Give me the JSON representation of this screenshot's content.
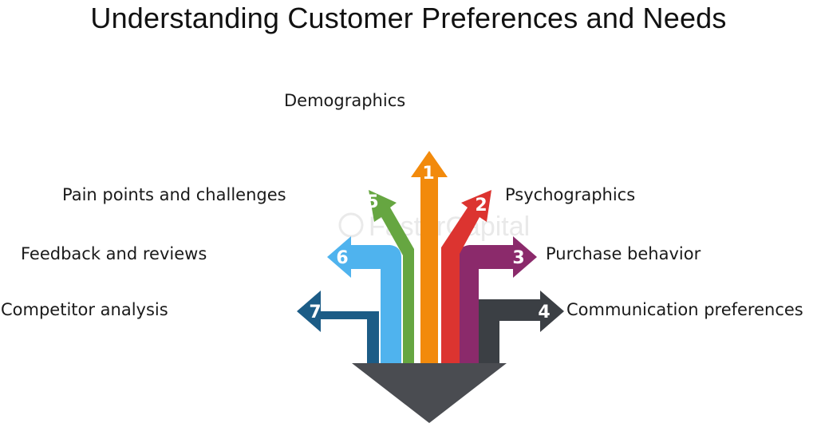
{
  "title": "Understanding Customer Preferences and Needs",
  "watermark": "FasterCapital",
  "items": [
    {
      "number": "1",
      "label": "Demographics",
      "color": "#f28a0c"
    },
    {
      "number": "2",
      "label": "Psychographics",
      "color": "#dc3430"
    },
    {
      "number": "3",
      "label": "Purchase behavior",
      "color": "#8b2a6b"
    },
    {
      "number": "4",
      "label": "Communication preferences",
      "color": "#3b3f44"
    },
    {
      "number": "5",
      "label": "Pain points and challenges",
      "color": "#66a641"
    },
    {
      "number": "6",
      "label": "Feedback and reviews",
      "color": "#4fb3ee"
    },
    {
      "number": "7",
      "label": "Competitor analysis",
      "color": "#1c5c86"
    }
  ],
  "base_color": "#4a4c51"
}
